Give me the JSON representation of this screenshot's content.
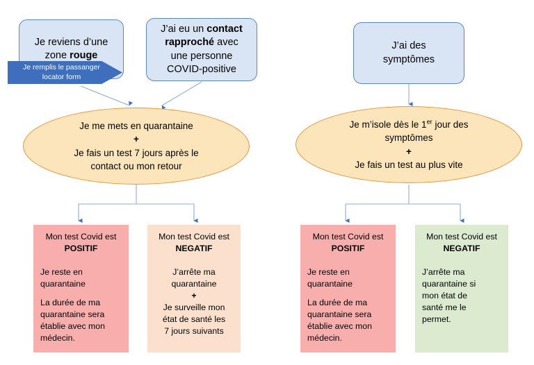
{
  "diagram": {
    "title": "Schema decisionnel COVID",
    "colors": {
      "source_fill": "#d9e5f5",
      "source_stroke": "#5b87c8",
      "banner_fill": "#3f6fbc",
      "banner_text": "#ffffff",
      "ellipse_fill": "#fce5bb",
      "ellipse_stroke": "#e8963c",
      "positive_fill": "#f9aeae",
      "negative_peach_fill": "#fbe0ce",
      "negative_green_fill": "#dcead0",
      "connector": "#8faedd"
    }
  },
  "sources": {
    "red_zone": {
      "lines": [
        "Je reviens d’une",
        "zone "
      ],
      "bold_tail": "rouge"
    },
    "close_contact": {
      "line1_pre": "J’ai eu un ",
      "line1_bold": "contact",
      "line2_bold": "rapproché",
      "line2_post": " avec",
      "line3": "une personne",
      "line4": "COVID-positive"
    },
    "symptoms": {
      "line1": "J’ai des",
      "line2": "symptômes"
    }
  },
  "banner": {
    "line1": "Je remplis le passanger",
    "line2": "locator form"
  },
  "ellipses": {
    "quarantine": {
      "line1": "Je me mets en quarantaine",
      "plus": "+",
      "line3": "Je fais un test 7 jours après le",
      "line4": "contact ou mon retour"
    },
    "isolation": {
      "line1_pre": "Je m’isole dès le 1",
      "line1_sup": "er",
      "line1_post": " jour des",
      "line2": "symptômes",
      "plus": "+",
      "line4": "Je fais un test au plus vite"
    }
  },
  "results": [
    {
      "id": "left-positive",
      "head_line1": "Mon test Covid est",
      "head_line2": "POSITIF",
      "body": [
        "Je reste en",
        "quarantaine",
        "",
        "La durée de ma",
        "quarantaine sera",
        "établie avec mon",
        "médecin."
      ],
      "color": "#f9aeae"
    },
    {
      "id": "left-negative",
      "head_line1": "Mon test Covid est",
      "head_line2": "NEGATIF",
      "body": [
        "J’arrête ma",
        "quarantaine",
        "+",
        "Je surveille mon",
        "état de santé les",
        "7 jours suivants"
      ],
      "color": "#fbe0ce"
    },
    {
      "id": "right-positive",
      "head_line1": "Mon test Covid est",
      "head_line2": "POSITIF",
      "body": [
        "Je reste en",
        "quarantaine",
        "",
        "La durée de ma",
        "quarantaine sera",
        "établie avec mon",
        "médecin."
      ],
      "color": "#f9aeae"
    },
    {
      "id": "right-negative",
      "head_line1": "Mon test Covid est",
      "head_line2": "NEGATIF",
      "body": [
        "J’arrête ma",
        "quarantaine si",
        "mon état de",
        "santé me le",
        "permet."
      ],
      "color": "#dcead0"
    }
  ]
}
